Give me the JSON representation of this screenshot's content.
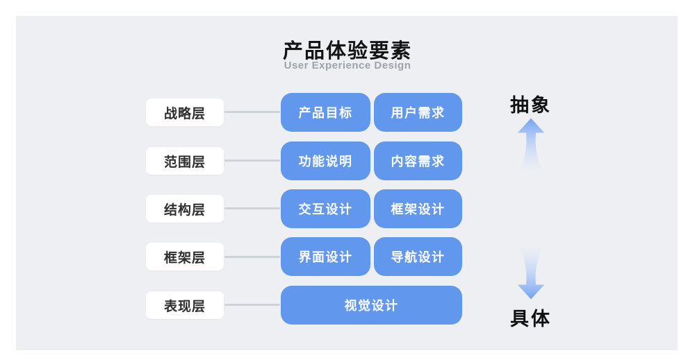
{
  "title": "产品体验要素",
  "subtitle": "User Experience Design",
  "rows": [
    {
      "label": "战略层",
      "boxes": [
        "产品目标",
        "用户需求"
      ]
    },
    {
      "label": "范围层",
      "boxes": [
        "功能说明",
        "内容需求"
      ]
    },
    {
      "label": "结构层",
      "boxes": [
        "交互设计",
        "框架设计"
      ]
    },
    {
      "label": "框架层",
      "boxes": [
        "界面设计",
        "导航设计"
      ]
    },
    {
      "label": "表现层",
      "boxes": [
        "视觉设计"
      ]
    }
  ],
  "axis": {
    "top_label": "抽象",
    "bottom_label": "具体",
    "up_arrow_icon": "arrow-up-icon",
    "down_arrow_icon": "arrow-down-icon"
  },
  "colors": {
    "panel_background": "#EDEFF3",
    "element_box_blue": "#6197ED",
    "connector_gray": "#CDD1D8",
    "label_box_white": "#FFFFFF",
    "subtitle_gray": "#9CA3AB",
    "arrow_blue": "#74A4F1"
  }
}
